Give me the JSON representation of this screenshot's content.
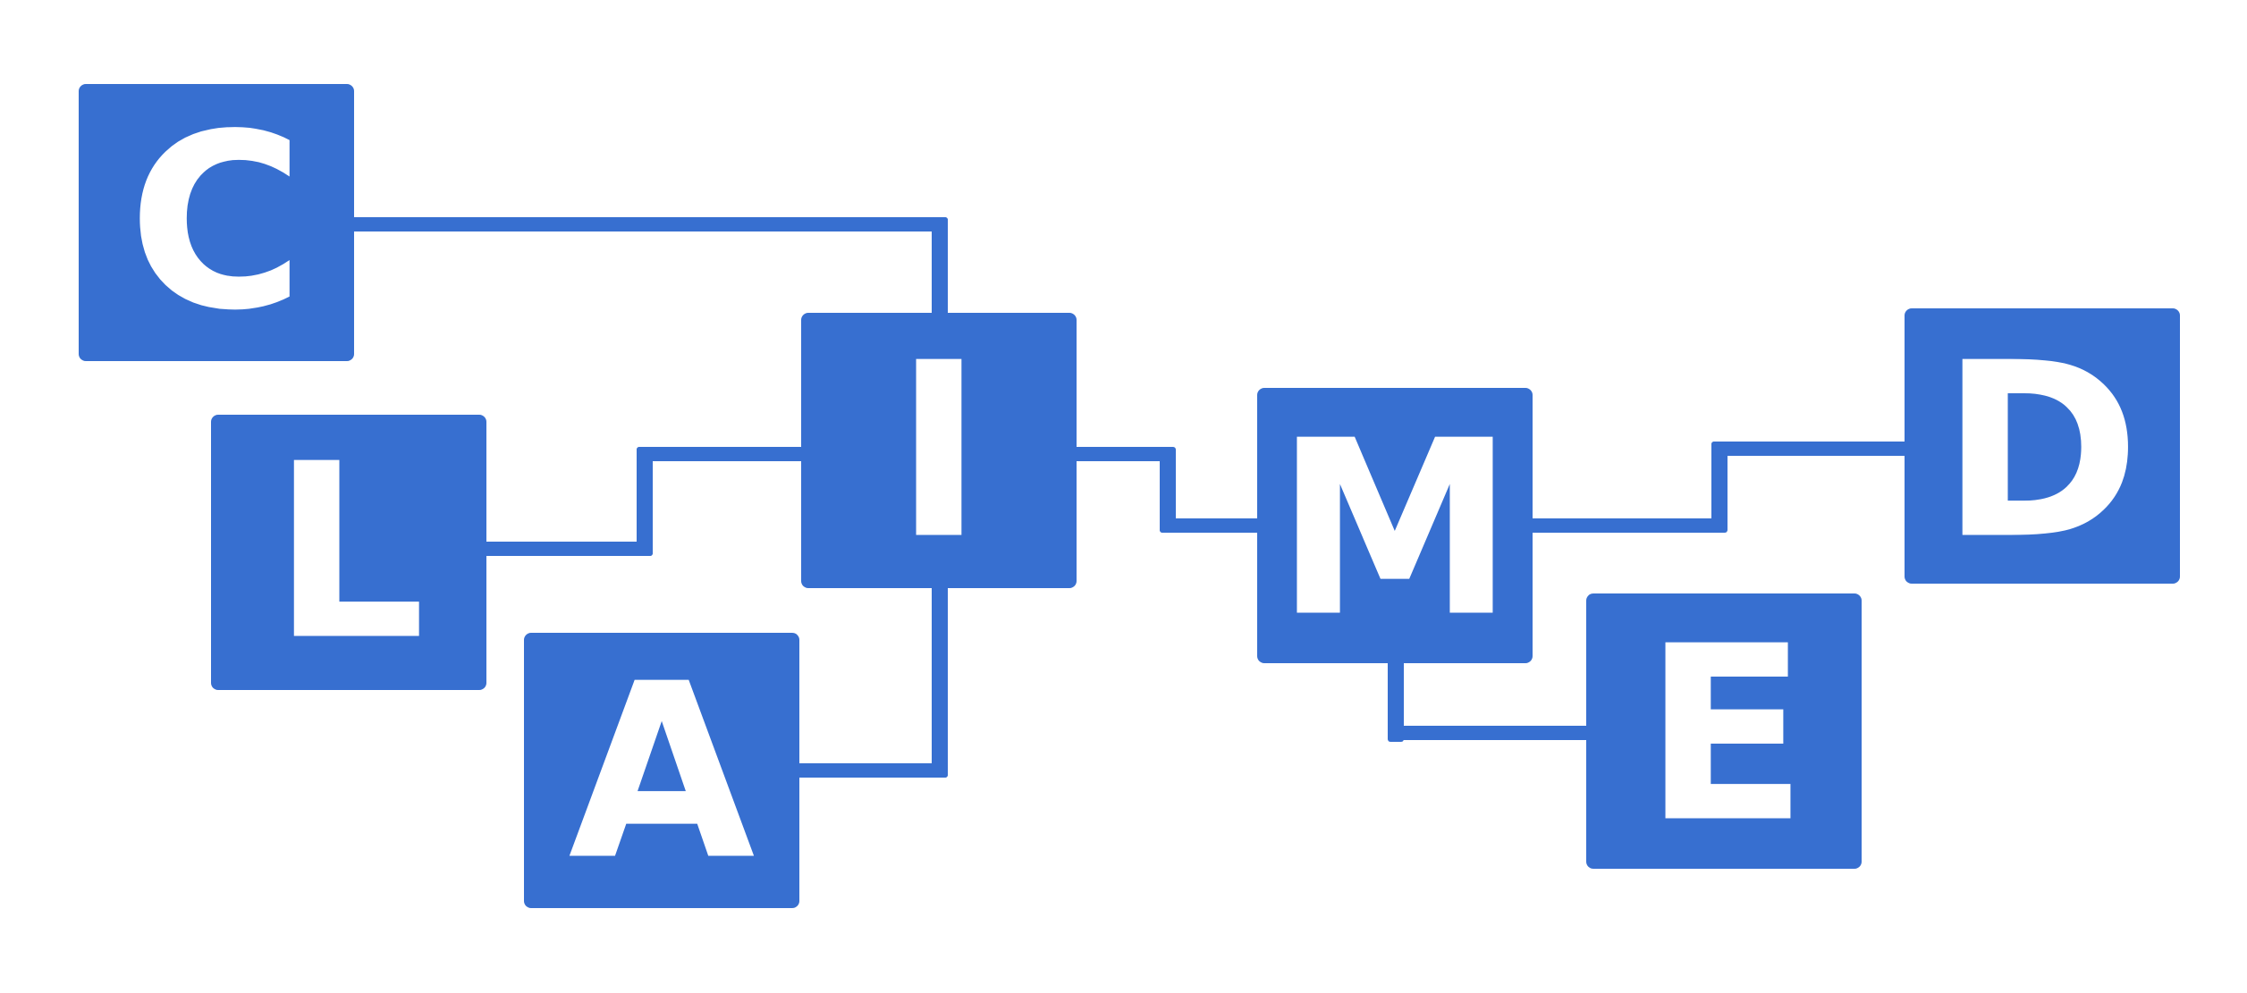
{
  "logo": {
    "letters": [
      "C",
      "L",
      "A",
      "I",
      "M",
      "E",
      "D"
    ],
    "color": "#376fd0",
    "letter_color": "#ffffff"
  }
}
